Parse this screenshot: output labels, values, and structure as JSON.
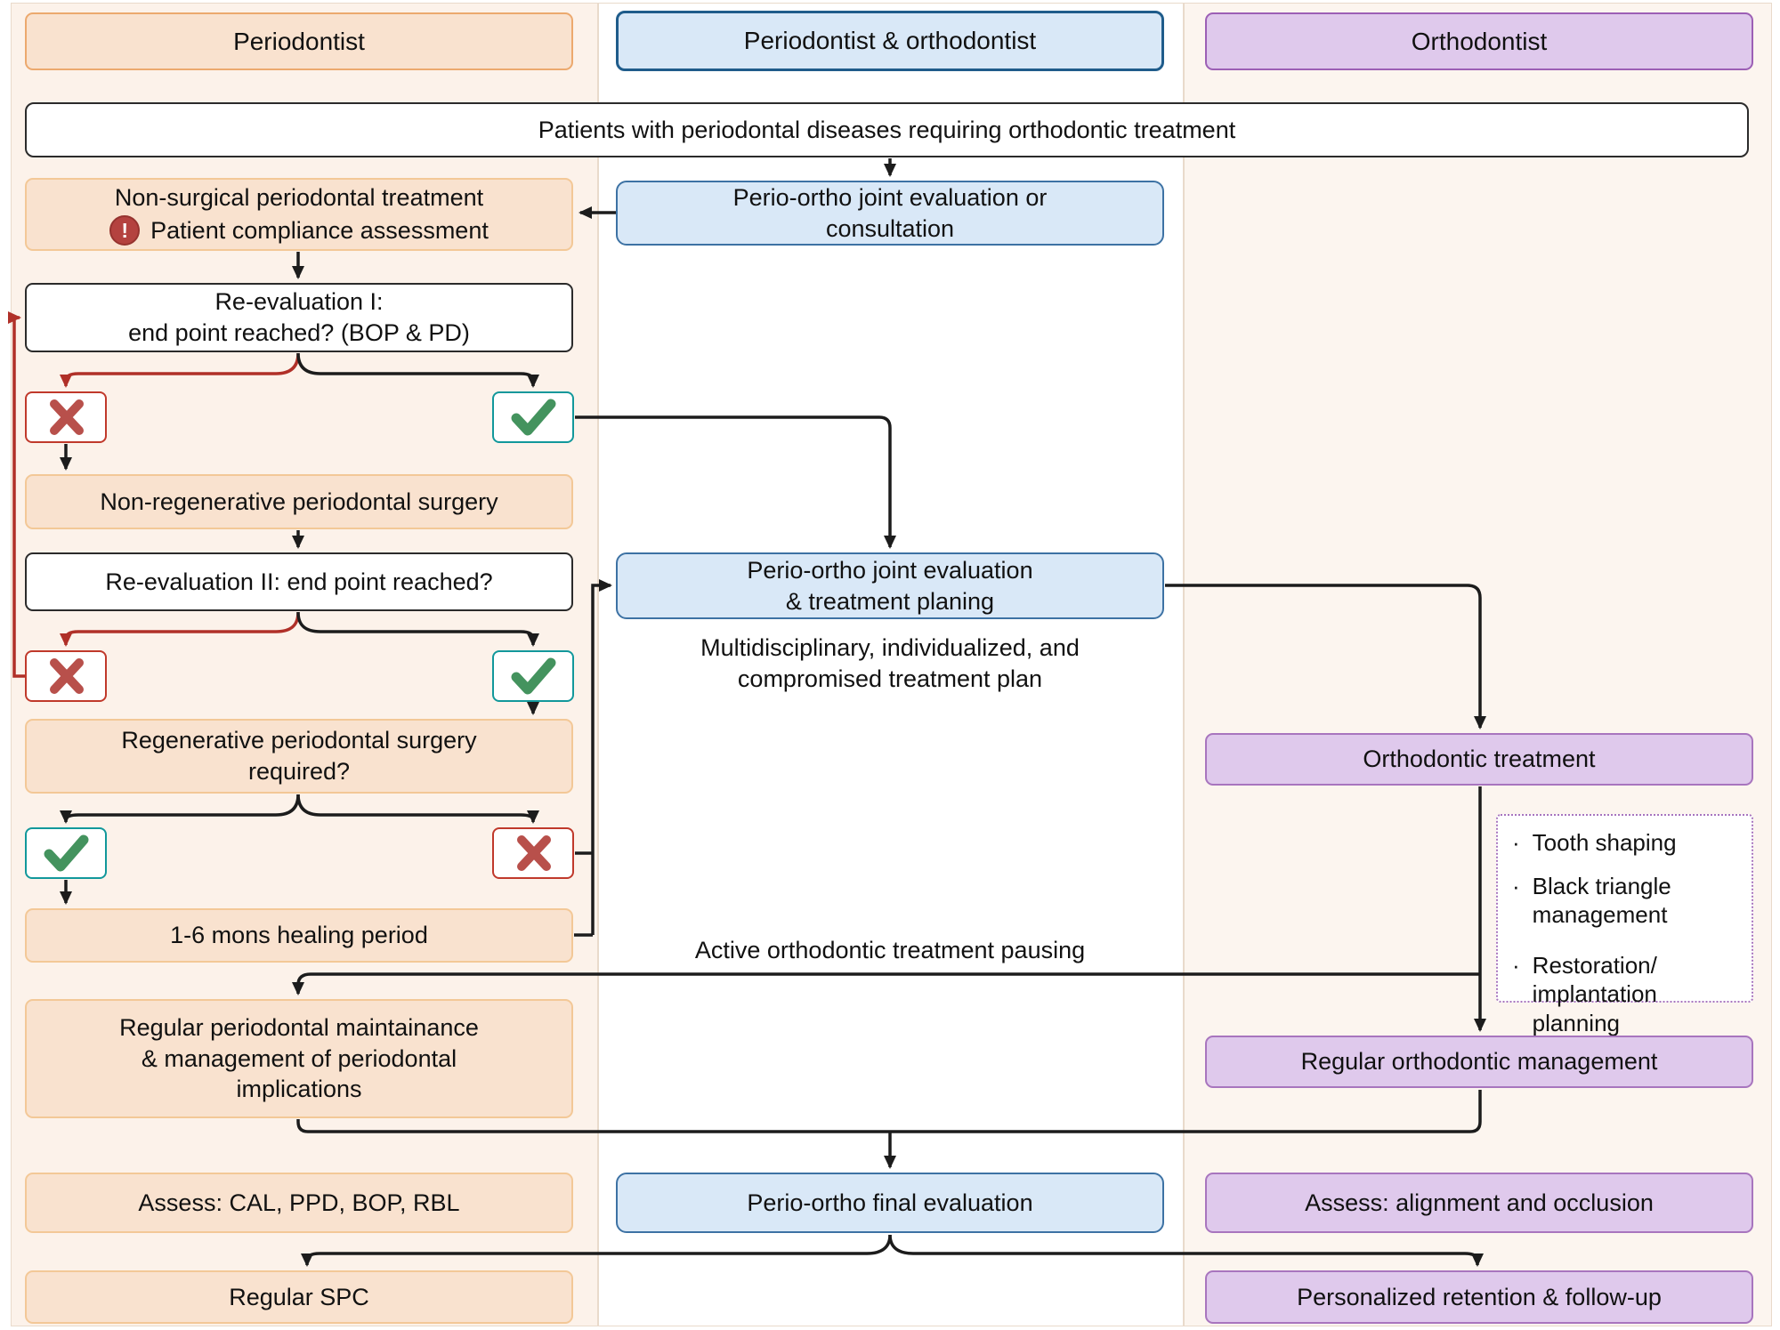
{
  "figure": {
    "columns": {
      "left_header": "Periodontist",
      "middle_header": "Periodontist & orthodontist",
      "right_header": "Orthodontist"
    },
    "nodes": {
      "patients": "Patients with periodontal diseases requiring orthodontic treatment",
      "joint_consultation": "Perio-ortho joint evaluation or\nconsultation",
      "non_surgical_title": "Non-surgical periodontal treatment",
      "compliance": "Patient compliance assessment",
      "re_evaluation_1": "Re-evaluation I:\nend point reached? (BOP & PD)",
      "non_regenerative_surgery": "Non-regenerative periodontal surgery",
      "re_evaluation_2": "Re-evaluation II: end point reached?",
      "regenerative_question": "Regenerative periodontal surgery\nrequired?",
      "healing_period": "1-6 mons healing period",
      "joint_planning": "Perio-ortho joint evaluation\n& treatment planing",
      "multidisciplinary_note": "Multidisciplinary, individualized, and\ncompromised treatment plan",
      "pausing_note": "Active orthodontic treatment pausing",
      "maintenance": "Regular periodontal maintainance\n& management of periodontal\nimplications",
      "assess_perio": "Assess: CAL, PPD, BOP, RBL",
      "final_evaluation": "Perio-ortho final evaluation",
      "regular_spc": "Regular SPC",
      "orthodontic_treatment": "Orthodontic treatment",
      "orthodontic_management": "Regular orthodontic management",
      "assess_ortho": "Assess: alignment and occlusion",
      "retention": "Personalized retention & follow-up"
    },
    "side_list": {
      "items": [
        "Tooth shaping",
        "Black triangle\nmanagement",
        "Restoration/\nimplantation planning"
      ]
    },
    "icons": {
      "alert": "!",
      "bullet": "·"
    },
    "colors": {
      "left_column_bg": "#FCF2EA",
      "right_column_bg": "#FCF5EF",
      "orange_fill": "#F9E2CF",
      "orange_border": "#ECA96E",
      "blue_fill": "#D9E8F7",
      "blue_header_border": "#1F5C8B",
      "blue_border": "#3D72A4",
      "purple_fill": "#DFC9EC",
      "purple_border": "#9C5FB5",
      "line_black": "#1C1C1C",
      "line_red": "#B03028",
      "check_green": "#44935E",
      "cross_red": "#B8504B",
      "alert_red": "#B4423F"
    }
  }
}
